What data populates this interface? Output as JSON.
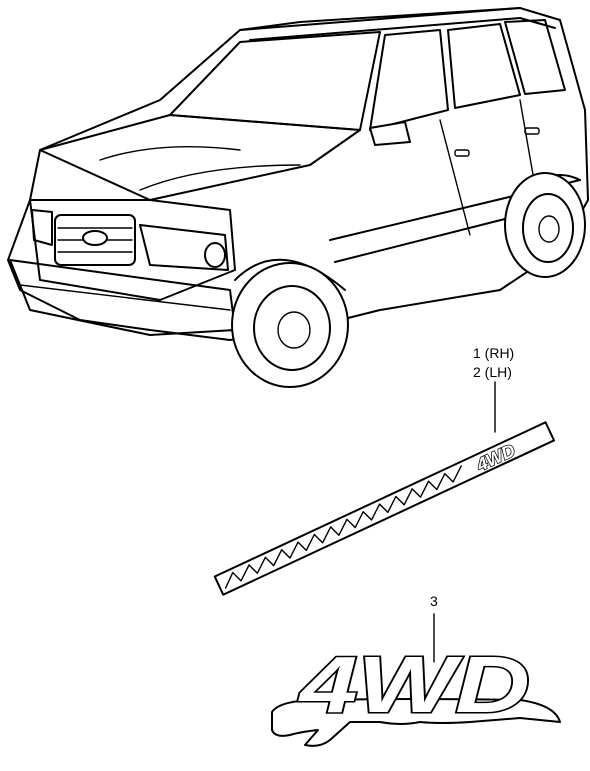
{
  "callouts": {
    "part_1": "1 (RH)",
    "part_2": "2 (LH)",
    "part_3": "3"
  },
  "decals": {
    "stripe_text": "4WD",
    "emblem_text": "4WD"
  },
  "colors": {
    "line": "#000000",
    "background": "#ffffff"
  }
}
